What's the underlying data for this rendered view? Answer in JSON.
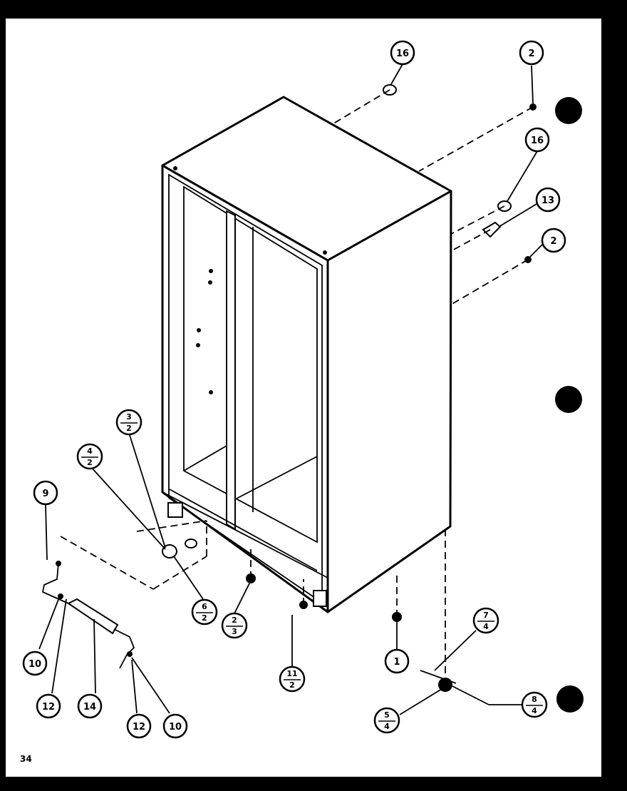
{
  "diagram": {
    "callouts": [
      {
        "id": "c16a",
        "label": "16"
      },
      {
        "id": "c2a",
        "label": "2"
      },
      {
        "id": "c16b",
        "label": "16"
      },
      {
        "id": "c13",
        "label": "13"
      },
      {
        "id": "c2b",
        "label": "2"
      },
      {
        "id": "c3-2",
        "num": "3",
        "den": "2"
      },
      {
        "id": "c4-2",
        "num": "4",
        "den": "2"
      },
      {
        "id": "c9",
        "label": "9"
      },
      {
        "id": "c6-2",
        "num": "6",
        "den": "2"
      },
      {
        "id": "c2-3",
        "num": "2",
        "den": "3"
      },
      {
        "id": "c11-2",
        "num": "11",
        "den": "2"
      },
      {
        "id": "c1",
        "label": "1"
      },
      {
        "id": "c7-4",
        "num": "7",
        "den": "4"
      },
      {
        "id": "c5-4",
        "num": "5",
        "den": "4"
      },
      {
        "id": "c8-4",
        "num": "8",
        "den": "4"
      },
      {
        "id": "c10a",
        "label": "10"
      },
      {
        "id": "c12a",
        "label": "12"
      },
      {
        "id": "c14",
        "label": "14"
      },
      {
        "id": "c12b",
        "label": "12"
      },
      {
        "id": "c10b",
        "label": "10"
      }
    ],
    "corner_mark": "34"
  }
}
